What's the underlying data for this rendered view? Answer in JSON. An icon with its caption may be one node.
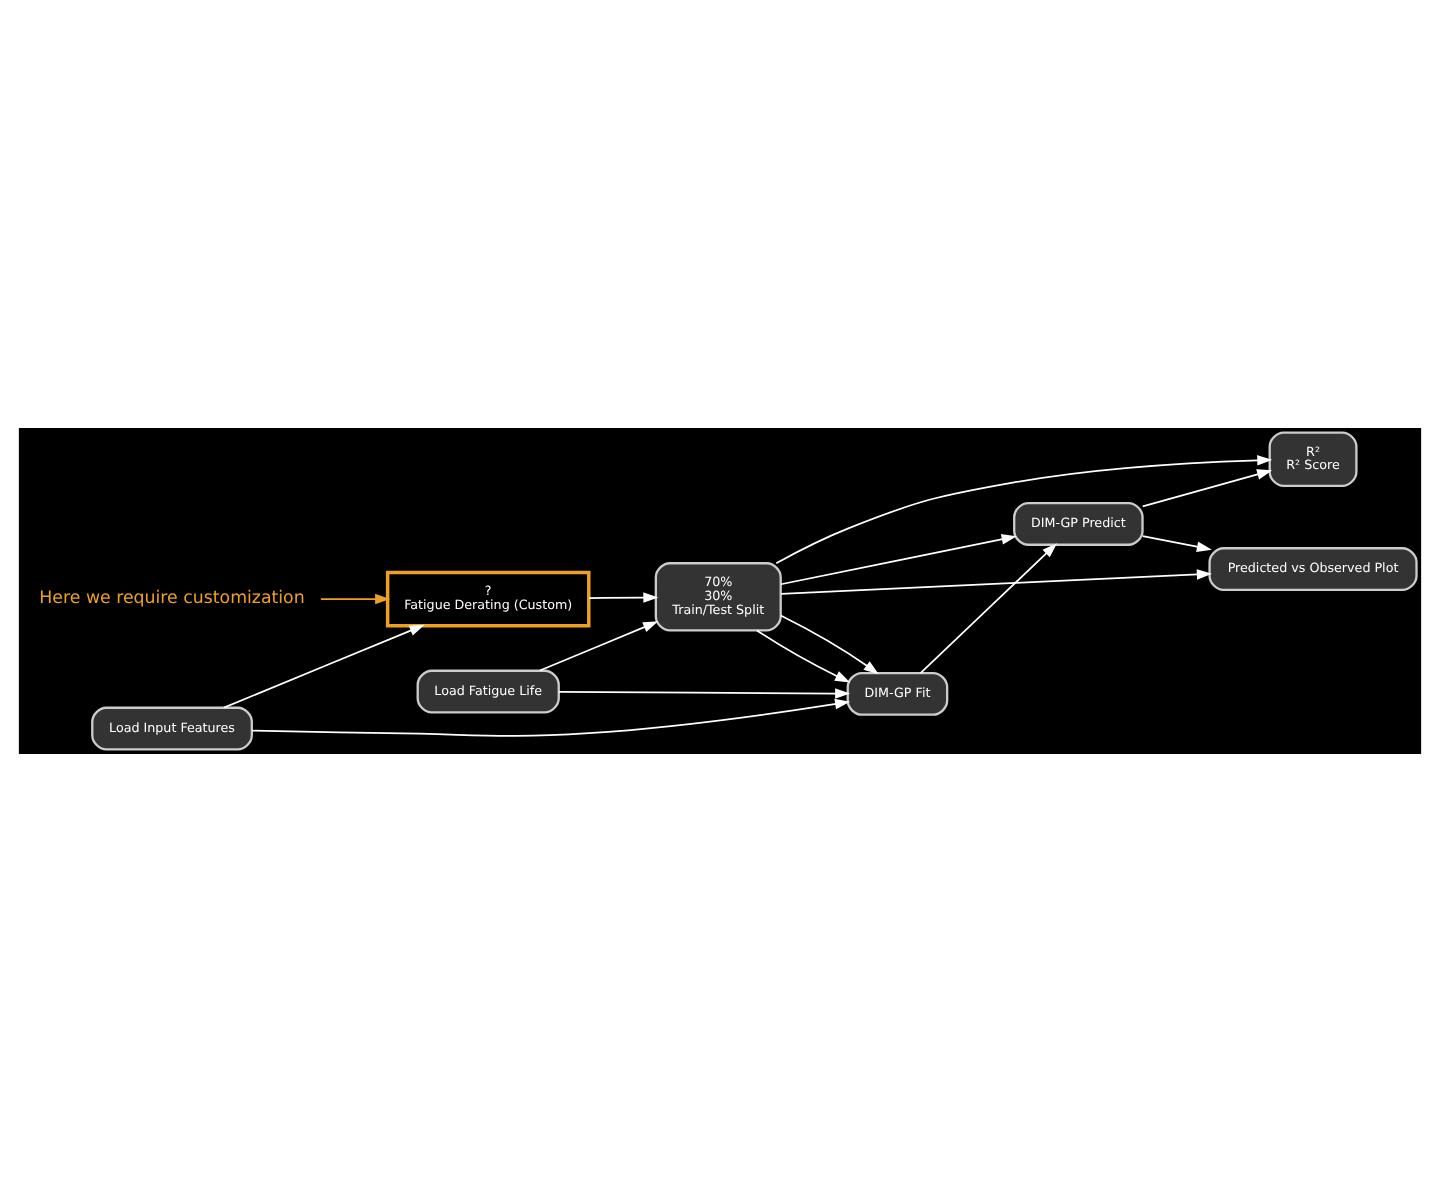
{
  "diagram": {
    "nodes": [
      {
        "text": [
          "Load Input Features"
        ]
      },
      {
        "text": [
          "?",
          "Fatigue Derating (Custom)"
        ]
      },
      {
        "text": [
          "70%",
          "30%",
          "Train/Test Split"
        ]
      },
      {
        "text": [
          "DIM-GP Fit"
        ]
      },
      {
        "text": [
          "Load Fatigue Life"
        ]
      },
      {
        "text": [
          "Predicted vs Observed Plot"
        ]
      },
      {
        "text": [
          "R²",
          "R² Score"
        ]
      },
      {
        "text": [
          "DIM-GP Predict"
        ]
      },
      {
        "text": [
          "Here we require customization"
        ]
      }
    ],
    "edges": [
      {
        "from": 0,
        "to": 1,
        "arrow": "to"
      },
      {
        "from": 0,
        "to": 3,
        "arrow": "to"
      },
      {
        "from": 1,
        "to": 2,
        "arrow": "to"
      },
      {
        "from": 4,
        "to": 2,
        "arrow": "to"
      },
      {
        "from": 4,
        "to": 3,
        "arrow": "to"
      },
      {
        "from": 2,
        "to": 3,
        "arrow": "to"
      },
      {
        "from": 2,
        "to": 3,
        "arrow": "to"
      },
      {
        "from": 2,
        "to": 7,
        "arrow": "to"
      },
      {
        "from": 2,
        "to": 5,
        "arrow": "to"
      },
      {
        "from": 2,
        "to": 6,
        "arrow": "to"
      },
      {
        "from": 3,
        "to": 7,
        "arrow": "to"
      },
      {
        "from": 7,
        "to": 5,
        "arrow": "to"
      },
      {
        "from": 7,
        "to": 6,
        "arrow": "to"
      },
      {
        "from": 8,
        "to": 1,
        "arrow": "to",
        "color": "#f0a020"
      }
    ]
  }
}
